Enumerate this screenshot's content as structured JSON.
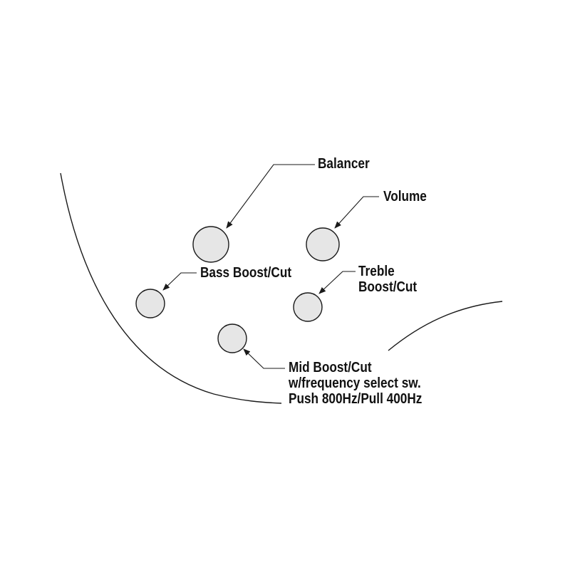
{
  "controls": [
    {
      "id": "balancer",
      "lines": [
        "Balancer"
      ]
    },
    {
      "id": "volume",
      "lines": [
        "Volume"
      ]
    },
    {
      "id": "bass",
      "lines": [
        "Bass Boost/Cut"
      ]
    },
    {
      "id": "treble",
      "lines": [
        "Treble",
        "Boost/Cut"
      ]
    },
    {
      "id": "mid",
      "lines": [
        "Mid Boost/Cut",
        "w/frequency select sw.",
        "Push 800Hz/Pull 400Hz"
      ]
    }
  ],
  "colors": {
    "knob_fill": "#e6e6e6",
    "line": "#1a1a1a",
    "text": "#111111",
    "background": "#ffffff"
  }
}
